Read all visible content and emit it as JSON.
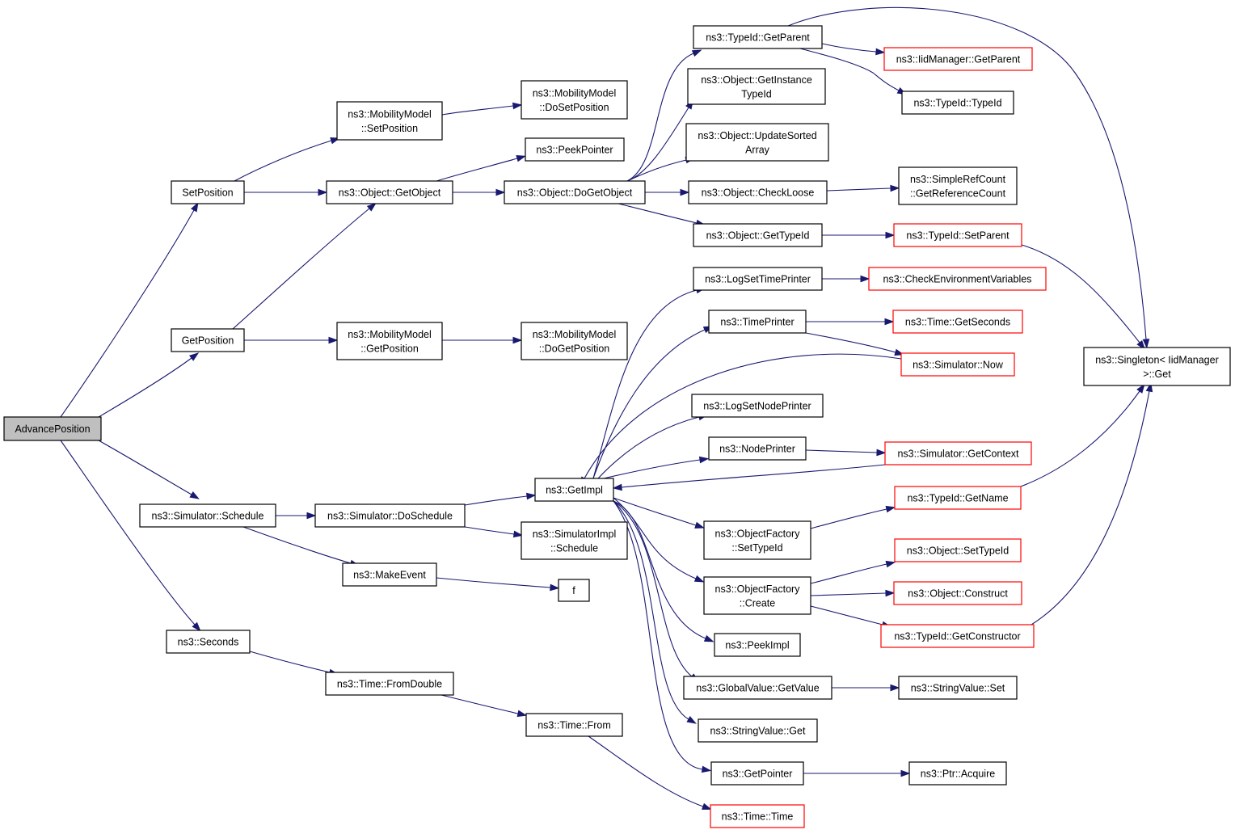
{
  "colors": {
    "edge": "#191970",
    "node_border": "#000000",
    "truncated_node_border": "#ff0000",
    "root_node_fill": "#bfbfbf",
    "background": "#ffffff"
  },
  "nodes": [
    {
      "id": "advance_position",
      "lines": [
        "AdvancePosition"
      ],
      "style": "root"
    },
    {
      "id": "set_position",
      "lines": [
        "SetPosition"
      ],
      "style": "normal"
    },
    {
      "id": "get_position",
      "lines": [
        "GetPosition"
      ],
      "style": "normal"
    },
    {
      "id": "simulator_schedule",
      "lines": [
        "ns3::Simulator::Schedule"
      ],
      "style": "normal"
    },
    {
      "id": "seconds",
      "lines": [
        "ns3::Seconds"
      ],
      "style": "normal"
    },
    {
      "id": "mm_setposition",
      "lines": [
        "ns3::MobilityModel",
        "::SetPosition"
      ],
      "style": "normal"
    },
    {
      "id": "object_getobject",
      "lines": [
        "ns3::Object::GetObject"
      ],
      "style": "normal"
    },
    {
      "id": "mm_getposition",
      "lines": [
        "ns3::MobilityModel",
        "::GetPosition"
      ],
      "style": "normal"
    },
    {
      "id": "simulator_doschedule",
      "lines": [
        "ns3::Simulator::DoSchedule"
      ],
      "style": "normal"
    },
    {
      "id": "makeevent",
      "lines": [
        "ns3::MakeEvent"
      ],
      "style": "normal"
    },
    {
      "id": "time_fromdouble",
      "lines": [
        "ns3::Time::FromDouble"
      ],
      "style": "normal"
    },
    {
      "id": "mm_dosetposition",
      "lines": [
        "ns3::MobilityModel",
        "::DoSetPosition"
      ],
      "style": "normal"
    },
    {
      "id": "peekpointer",
      "lines": [
        "ns3::PeekPointer"
      ],
      "style": "normal"
    },
    {
      "id": "object_dogetobject",
      "lines": [
        "ns3::Object::DoGetObject"
      ],
      "style": "normal"
    },
    {
      "id": "mm_dogetposition",
      "lines": [
        "ns3::MobilityModel",
        "::DoGetPosition"
      ],
      "style": "normal"
    },
    {
      "id": "getimpl",
      "lines": [
        "ns3::GetImpl"
      ],
      "style": "normal"
    },
    {
      "id": "simimpl_schedule",
      "lines": [
        "ns3::SimulatorImpl",
        "::Schedule"
      ],
      "style": "normal"
    },
    {
      "id": "f",
      "lines": [
        "f"
      ],
      "style": "normal"
    },
    {
      "id": "time_from",
      "lines": [
        "ns3::Time::From"
      ],
      "style": "normal"
    },
    {
      "id": "typeid_getparent",
      "lines": [
        "ns3::TypeId::GetParent"
      ],
      "style": "normal"
    },
    {
      "id": "object_getinstancetypeid",
      "lines": [
        "ns3::Object::GetInstance",
        "TypeId"
      ],
      "style": "normal"
    },
    {
      "id": "object_updatesortedarray",
      "lines": [
        "ns3::Object::UpdateSorted",
        "Array"
      ],
      "style": "normal"
    },
    {
      "id": "object_checkloose",
      "lines": [
        "ns3::Object::CheckLoose"
      ],
      "style": "normal"
    },
    {
      "id": "object_gettypeid",
      "lines": [
        "ns3::Object::GetTypeId"
      ],
      "style": "normal"
    },
    {
      "id": "logsettimeprinter",
      "lines": [
        "ns3::LogSetTimePrinter"
      ],
      "style": "normal"
    },
    {
      "id": "timeprinter",
      "lines": [
        "ns3::TimePrinter"
      ],
      "style": "normal"
    },
    {
      "id": "logsetnodeprinter",
      "lines": [
        "ns3::LogSetNodePrinter"
      ],
      "style": "normal"
    },
    {
      "id": "nodeprinter",
      "lines": [
        "ns3::NodePrinter"
      ],
      "style": "normal"
    },
    {
      "id": "objectfactory_settypeid",
      "lines": [
        "ns3::ObjectFactory",
        "::SetTypeId"
      ],
      "style": "normal"
    },
    {
      "id": "objectfactory_create",
      "lines": [
        "ns3::ObjectFactory",
        "::Create"
      ],
      "style": "normal"
    },
    {
      "id": "peekimpl",
      "lines": [
        "ns3::PeekImpl"
      ],
      "style": "normal"
    },
    {
      "id": "globalvalue_getvalue",
      "lines": [
        "ns3::GlobalValue::GetValue"
      ],
      "style": "normal"
    },
    {
      "id": "stringvalue_get",
      "lines": [
        "ns3::StringValue::Get"
      ],
      "style": "normal"
    },
    {
      "id": "getpointer",
      "lines": [
        "ns3::GetPointer"
      ],
      "style": "normal"
    },
    {
      "id": "time_time",
      "lines": [
        "ns3::Time::Time"
      ],
      "style": "truncated"
    },
    {
      "id": "iidmanager_getparent",
      "lines": [
        "ns3::IidManager::GetParent"
      ],
      "style": "truncated"
    },
    {
      "id": "typeid_typeid",
      "lines": [
        "ns3::TypeId::TypeId"
      ],
      "style": "normal"
    },
    {
      "id": "simplerefcount_getrefcount",
      "lines": [
        "ns3::SimpleRefCount",
        "::GetReferenceCount"
      ],
      "style": "normal"
    },
    {
      "id": "typeid_setparent",
      "lines": [
        "ns3::TypeId::SetParent"
      ],
      "style": "truncated"
    },
    {
      "id": "checkenvvars",
      "lines": [
        "ns3::CheckEnvironmentVariables"
      ],
      "style": "truncated"
    },
    {
      "id": "time_getseconds",
      "lines": [
        "ns3::Time::GetSeconds"
      ],
      "style": "truncated"
    },
    {
      "id": "simulator_now",
      "lines": [
        "ns3::Simulator::Now"
      ],
      "style": "truncated"
    },
    {
      "id": "simulator_getcontext",
      "lines": [
        "ns3::Simulator::GetContext"
      ],
      "style": "truncated"
    },
    {
      "id": "typeid_getname",
      "lines": [
        "ns3::TypeId::GetName"
      ],
      "style": "truncated"
    },
    {
      "id": "object_settypeid",
      "lines": [
        "ns3::Object::SetTypeId"
      ],
      "style": "truncated"
    },
    {
      "id": "object_construct",
      "lines": [
        "ns3::Object::Construct"
      ],
      "style": "truncated"
    },
    {
      "id": "typeid_getconstructor",
      "lines": [
        "ns3::TypeId::GetConstructor"
      ],
      "style": "truncated"
    },
    {
      "id": "stringvalue_set",
      "lines": [
        "ns3::StringValue::Set"
      ],
      "style": "normal"
    },
    {
      "id": "ptr_acquire",
      "lines": [
        "ns3::Ptr::Acquire"
      ],
      "style": "normal"
    },
    {
      "id": "singleton_get",
      "lines": [
        "ns3::Singleton< IidManager",
        ">::Get"
      ],
      "style": "normal"
    }
  ],
  "edges": [
    {
      "from": "advance_position",
      "to": "set_position"
    },
    {
      "from": "advance_position",
      "to": "get_position"
    },
    {
      "from": "advance_position",
      "to": "simulator_schedule"
    },
    {
      "from": "advance_position",
      "to": "seconds"
    },
    {
      "from": "set_position",
      "to": "mm_setposition"
    },
    {
      "from": "set_position",
      "to": "object_getobject"
    },
    {
      "from": "get_position",
      "to": "object_getobject"
    },
    {
      "from": "get_position",
      "to": "mm_getposition"
    },
    {
      "from": "mm_setposition",
      "to": "mm_dosetposition"
    },
    {
      "from": "object_getobject",
      "to": "peekpointer"
    },
    {
      "from": "object_getobject",
      "to": "object_dogetobject"
    },
    {
      "from": "mm_getposition",
      "to": "mm_dogetposition"
    },
    {
      "from": "object_dogetobject",
      "to": "typeid_getparent"
    },
    {
      "from": "object_dogetobject",
      "to": "object_getinstancetypeid"
    },
    {
      "from": "object_dogetobject",
      "to": "object_updatesortedarray"
    },
    {
      "from": "object_dogetobject",
      "to": "object_checkloose"
    },
    {
      "from": "object_dogetobject",
      "to": "object_gettypeid"
    },
    {
      "from": "typeid_getparent",
      "to": "iidmanager_getparent"
    },
    {
      "from": "typeid_getparent",
      "to": "typeid_typeid"
    },
    {
      "from": "typeid_getparent",
      "to": "singleton_get"
    },
    {
      "from": "object_checkloose",
      "to": "simplerefcount_getrefcount"
    },
    {
      "from": "object_gettypeid",
      "to": "typeid_setparent"
    },
    {
      "from": "typeid_setparent",
      "to": "singleton_get"
    },
    {
      "from": "simulator_schedule",
      "to": "simulator_doschedule"
    },
    {
      "from": "simulator_schedule",
      "to": "makeevent"
    },
    {
      "from": "simulator_doschedule",
      "to": "getimpl"
    },
    {
      "from": "simulator_doschedule",
      "to": "simimpl_schedule"
    },
    {
      "from": "makeevent",
      "to": "f"
    },
    {
      "from": "seconds",
      "to": "time_fromdouble"
    },
    {
      "from": "time_fromdouble",
      "to": "time_from"
    },
    {
      "from": "time_from",
      "to": "time_time"
    },
    {
      "from": "getimpl",
      "to": "logsettimeprinter"
    },
    {
      "from": "getimpl",
      "to": "timeprinter"
    },
    {
      "from": "getimpl",
      "to": "logsetnodeprinter"
    },
    {
      "from": "getimpl",
      "to": "nodeprinter"
    },
    {
      "from": "getimpl",
      "to": "objectfactory_settypeid"
    },
    {
      "from": "getimpl",
      "to": "objectfactory_create"
    },
    {
      "from": "getimpl",
      "to": "peekimpl"
    },
    {
      "from": "getimpl",
      "to": "globalvalue_getvalue"
    },
    {
      "from": "getimpl",
      "to": "stringvalue_get"
    },
    {
      "from": "getimpl",
      "to": "getpointer"
    },
    {
      "from": "logsettimeprinter",
      "to": "checkenvvars"
    },
    {
      "from": "timeprinter",
      "to": "time_getseconds"
    },
    {
      "from": "timeprinter",
      "to": "simulator_now"
    },
    {
      "from": "simulator_now",
      "to": "getimpl"
    },
    {
      "from": "nodeprinter",
      "to": "simulator_getcontext"
    },
    {
      "from": "simulator_getcontext",
      "to": "getimpl"
    },
    {
      "from": "objectfactory_settypeid",
      "to": "typeid_getname"
    },
    {
      "from": "typeid_getname",
      "to": "singleton_get"
    },
    {
      "from": "objectfactory_create",
      "to": "object_settypeid"
    },
    {
      "from": "objectfactory_create",
      "to": "object_construct"
    },
    {
      "from": "objectfactory_create",
      "to": "typeid_getconstructor"
    },
    {
      "from": "typeid_getconstructor",
      "to": "singleton_get"
    },
    {
      "from": "globalvalue_getvalue",
      "to": "stringvalue_set"
    },
    {
      "from": "getpointer",
      "to": "ptr_acquire"
    }
  ]
}
